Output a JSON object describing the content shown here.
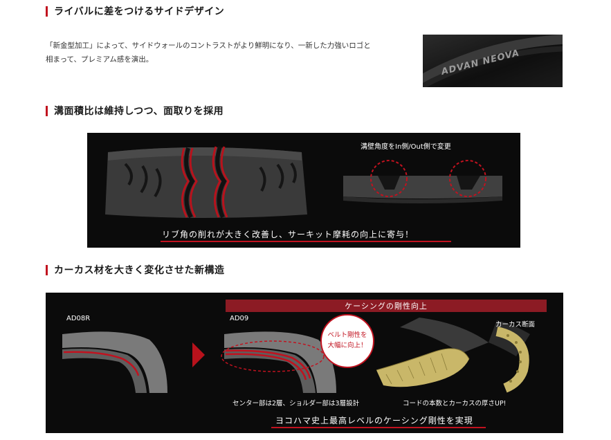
{
  "section1": {
    "heading": "ライバルに差をつけるサイドデザイン",
    "description_line1": "「新金型加工」によって、サイドウォールのコントラストがより鮮明になり、一新した力強いロゴと",
    "description_line2": "相まって、プレミアム感を演出。",
    "logo_text": "ADVAN NEOVA"
  },
  "section2": {
    "heading": "溝面積比は維持しつつ、面取りを採用",
    "inset_label": "溝壁角度をIn側/Out側で変更",
    "caption": "リブ角の削れが大きく改善し、サーキット摩耗の向上に寄与！"
  },
  "section3": {
    "heading": "カーカス材を大きく変化させた新構造",
    "banner": "ケーシングの剛性向上",
    "label_old": "AD08R",
    "label_new": "AD09",
    "label_carcass": "カーカス断面",
    "bubble_line1": "ベルト剛性を",
    "bubble_line2": "大幅に向上！",
    "note_left": "センター部は2層、ショルダー部は3層設計",
    "note_right": "コードの本数とカーカスの厚さUP!",
    "caption": "ヨコハマ史上最高レベルのケーシング剛性を実現"
  },
  "colors": {
    "accent_red": "#c1121f",
    "banner_red": "#8c1b24",
    "panel_black": "#0b0b0b"
  }
}
